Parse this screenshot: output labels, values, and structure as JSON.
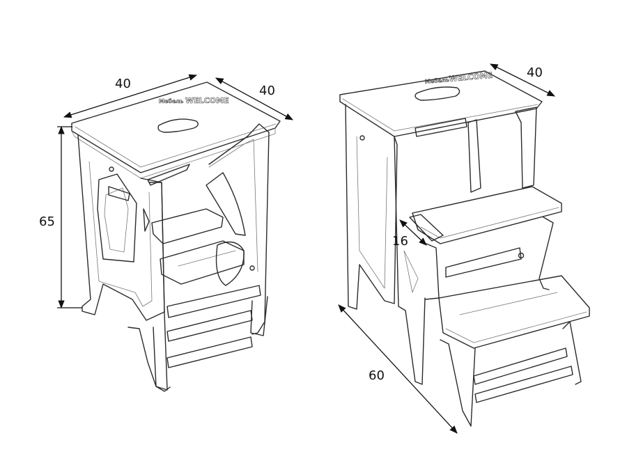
{
  "logo": {
    "prefix": "Мебель",
    "brand": "WELCOME"
  },
  "stool": {
    "width_label": "40",
    "depth_label": "40",
    "height_label": "65"
  },
  "ladder": {
    "depth_label": "40",
    "step_label": "16",
    "length_label": "60"
  }
}
